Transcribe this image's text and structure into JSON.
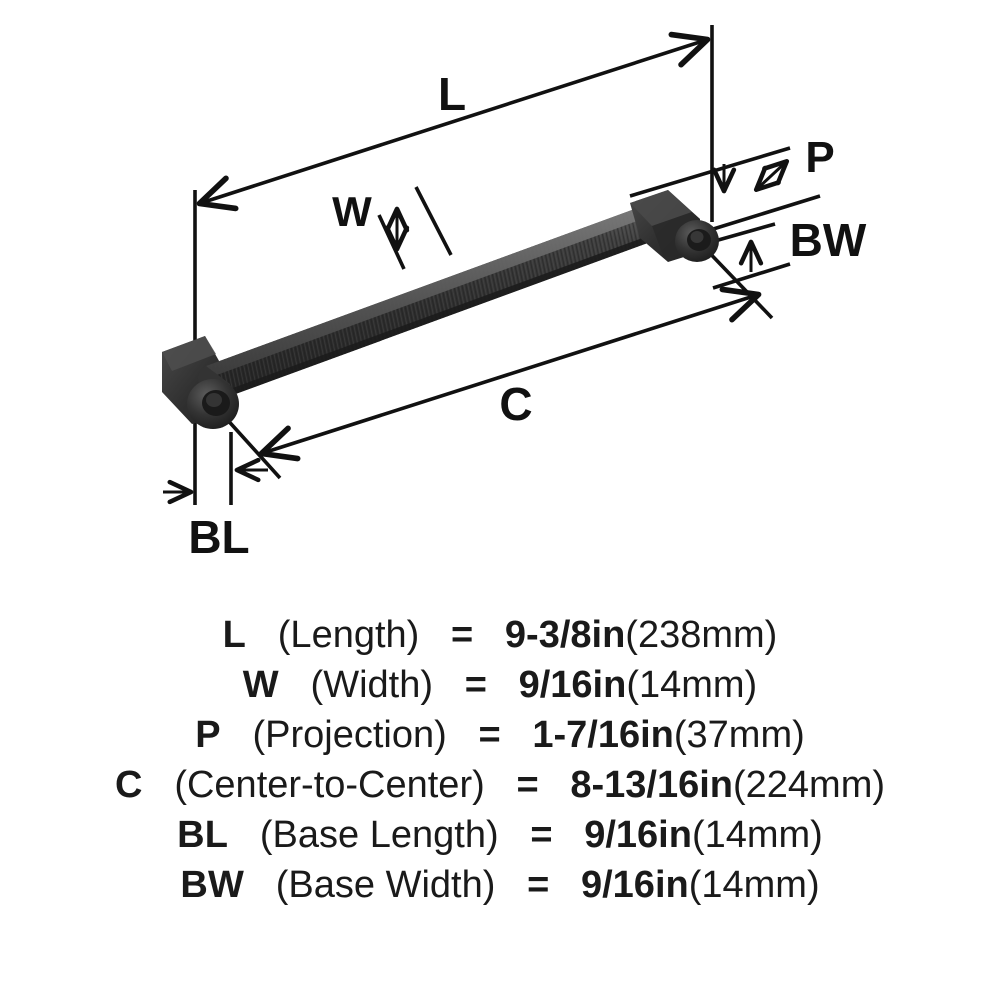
{
  "diagram": {
    "title": "Cabinet pull handle dimension diagram",
    "product": "cabinet-pull-handle",
    "colors": {
      "line": "#111111",
      "bar_dark": "#2b2b2b",
      "bar_mid": "#3a3a3a",
      "bar_light": "#4e4e4e",
      "bar_highlight": "#6a6a6a",
      "background": "#ffffff"
    },
    "labels": {
      "length": "L",
      "width": "W",
      "projection": "P",
      "center_to_center": "C",
      "base_length": "BL",
      "base_width": "BW"
    }
  },
  "specs": [
    {
      "code": "L",
      "name": "(Length)",
      "equals": "=",
      "value": "9-3/8in",
      "metric": "(238mm)"
    },
    {
      "code": "W",
      "name": "(Width)",
      "equals": "=",
      "value": "9/16in",
      "metric": "(14mm)"
    },
    {
      "code": "P",
      "name": "(Projection)",
      "equals": "=",
      "value": "1-7/16in",
      "metric": "(37mm)"
    },
    {
      "code": "C",
      "name": "(Center-to-Center)",
      "equals": "=",
      "value": "8-13/16in",
      "metric": "(224mm)"
    },
    {
      "code": "BL",
      "name": "(Base Length)",
      "equals": "=",
      "value": "9/16in",
      "metric": "(14mm)"
    },
    {
      "code": "BW",
      "name": "(Base Width)",
      "equals": "=",
      "value": "9/16in",
      "metric": "(14mm)"
    }
  ]
}
